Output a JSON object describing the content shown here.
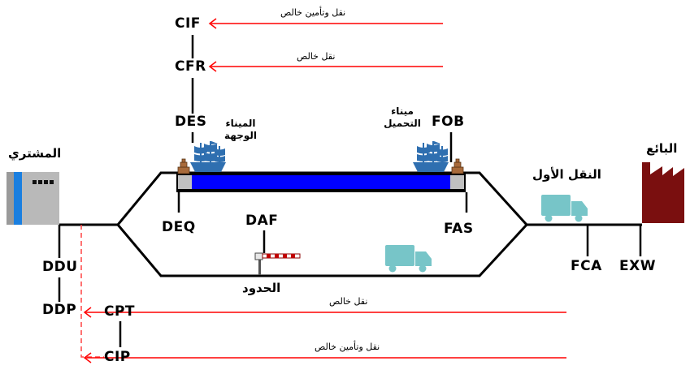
{
  "labels": {
    "buyer": "المشتري",
    "seller": "البائع",
    "first_carriage": "النقل الأول",
    "destination_port": [
      "الميناء",
      "الوجهة"
    ],
    "loading_port": [
      "ميناء",
      "التحميل"
    ],
    "border": "الحدود"
  },
  "terms": {
    "cif": "CIF",
    "cfr": "CFR",
    "des": "DES",
    "fob": "FOB",
    "deq": "DEQ",
    "daf": "DAF",
    "fas": "FAS",
    "fca": "FCA",
    "exw": "EXW",
    "ddu": "DDU",
    "ddp": "DDP",
    "cpt": "CPT",
    "cip": "CIP"
  },
  "arrows": {
    "cif": "نقل وتأمين خالص",
    "cfr": "نقل خالص",
    "cpt": "نقل خالص",
    "cip": "نقل وتأمين خالص"
  },
  "colors": {
    "arrow": "#ff0000",
    "dashed_line": "#ff4444",
    "sea": "#0000ff",
    "ship": "#2f6fb0",
    "truck": "#77c5c8",
    "factory": "#7a0f0f",
    "building": "#b9b9b9",
    "building_accent": "#1a7fe0",
    "quay": "#c0c0c0",
    "bollard": "#a86a3a"
  },
  "icons": [
    "building-icon",
    "factory-icon",
    "truck-icon",
    "ship-icon",
    "barrier-icon",
    "bollard-icon"
  ]
}
